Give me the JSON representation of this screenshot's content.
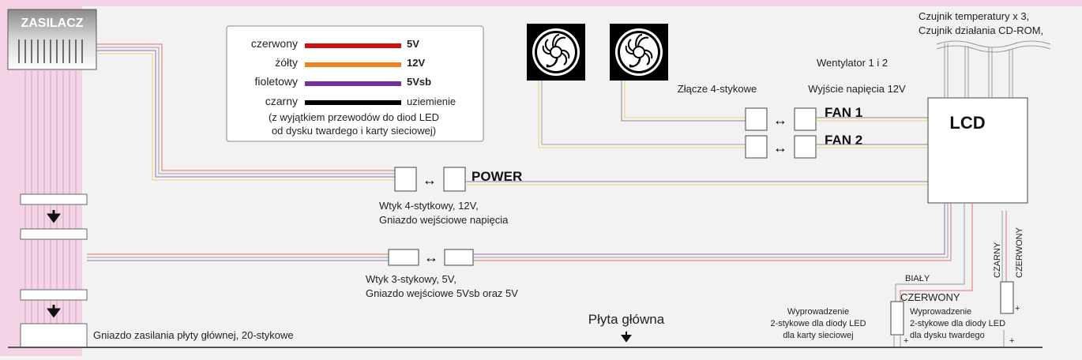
{
  "psu_label": "ZASILACZ",
  "legend": {
    "rows": [
      {
        "name": "czerwony",
        "value": "5V",
        "color": "#d01010"
      },
      {
        "name": "żółty",
        "value": "12V",
        "color": "#f08020"
      },
      {
        "name": "fioletowy",
        "value": "5Vsb",
        "color": "#7030a0"
      },
      {
        "name": "czarny",
        "value": "uziemienie",
        "color": "#000000"
      }
    ],
    "note_line1": "(z wyjątkiem przewodów do diod LED",
    "note_line2": "od dysku twardego i karty sieciowej)"
  },
  "fans_label": "Wentylator 1 i 2",
  "fan_connector_label": "Złącze 4-stykowe",
  "fan_output_label": "Wyjście napięcia 12V",
  "fan1_label": "FAN 1",
  "fan2_label": "FAN 2",
  "lcd_label": "LCD",
  "sensor_label_line1": "Czujnik temperatury x 3,",
  "sensor_label_line2": "Czujnik działania CD-ROM,",
  "power_label": "POWER",
  "power_plug_line1": "Wtyk 4-stytkowy, 12V,",
  "power_plug_line2": "Gniazdo wejściowe napięcia",
  "plug3_line1": "Wtyk 3-stykowy, 5V,",
  "plug3_line2": "Gniazdo wejściowe 5Vsb oraz 5V",
  "mobo_label": "Płyta główna",
  "mobo_socket_label": "Gniazdo zasilania płyty głównej, 20-stykowe",
  "wire_bialy": "BIAŁY",
  "wire_czerwony": "CZERWONY",
  "wire_czarny_v": "CZARNY",
  "wire_czerwony_v": "CZERWONY",
  "lan_led_line1": "Wyprowadzenie",
  "lan_led_line2": "2-stykowe dla diody LED",
  "lan_led_line3": "dla karty sieciowej",
  "hdd_led_line1": "Wyprowadzenie",
  "hdd_led_line2": "2-stykowe dla diody LED",
  "hdd_led_line3": "dla dysku twardego",
  "plus_sign": "+"
}
